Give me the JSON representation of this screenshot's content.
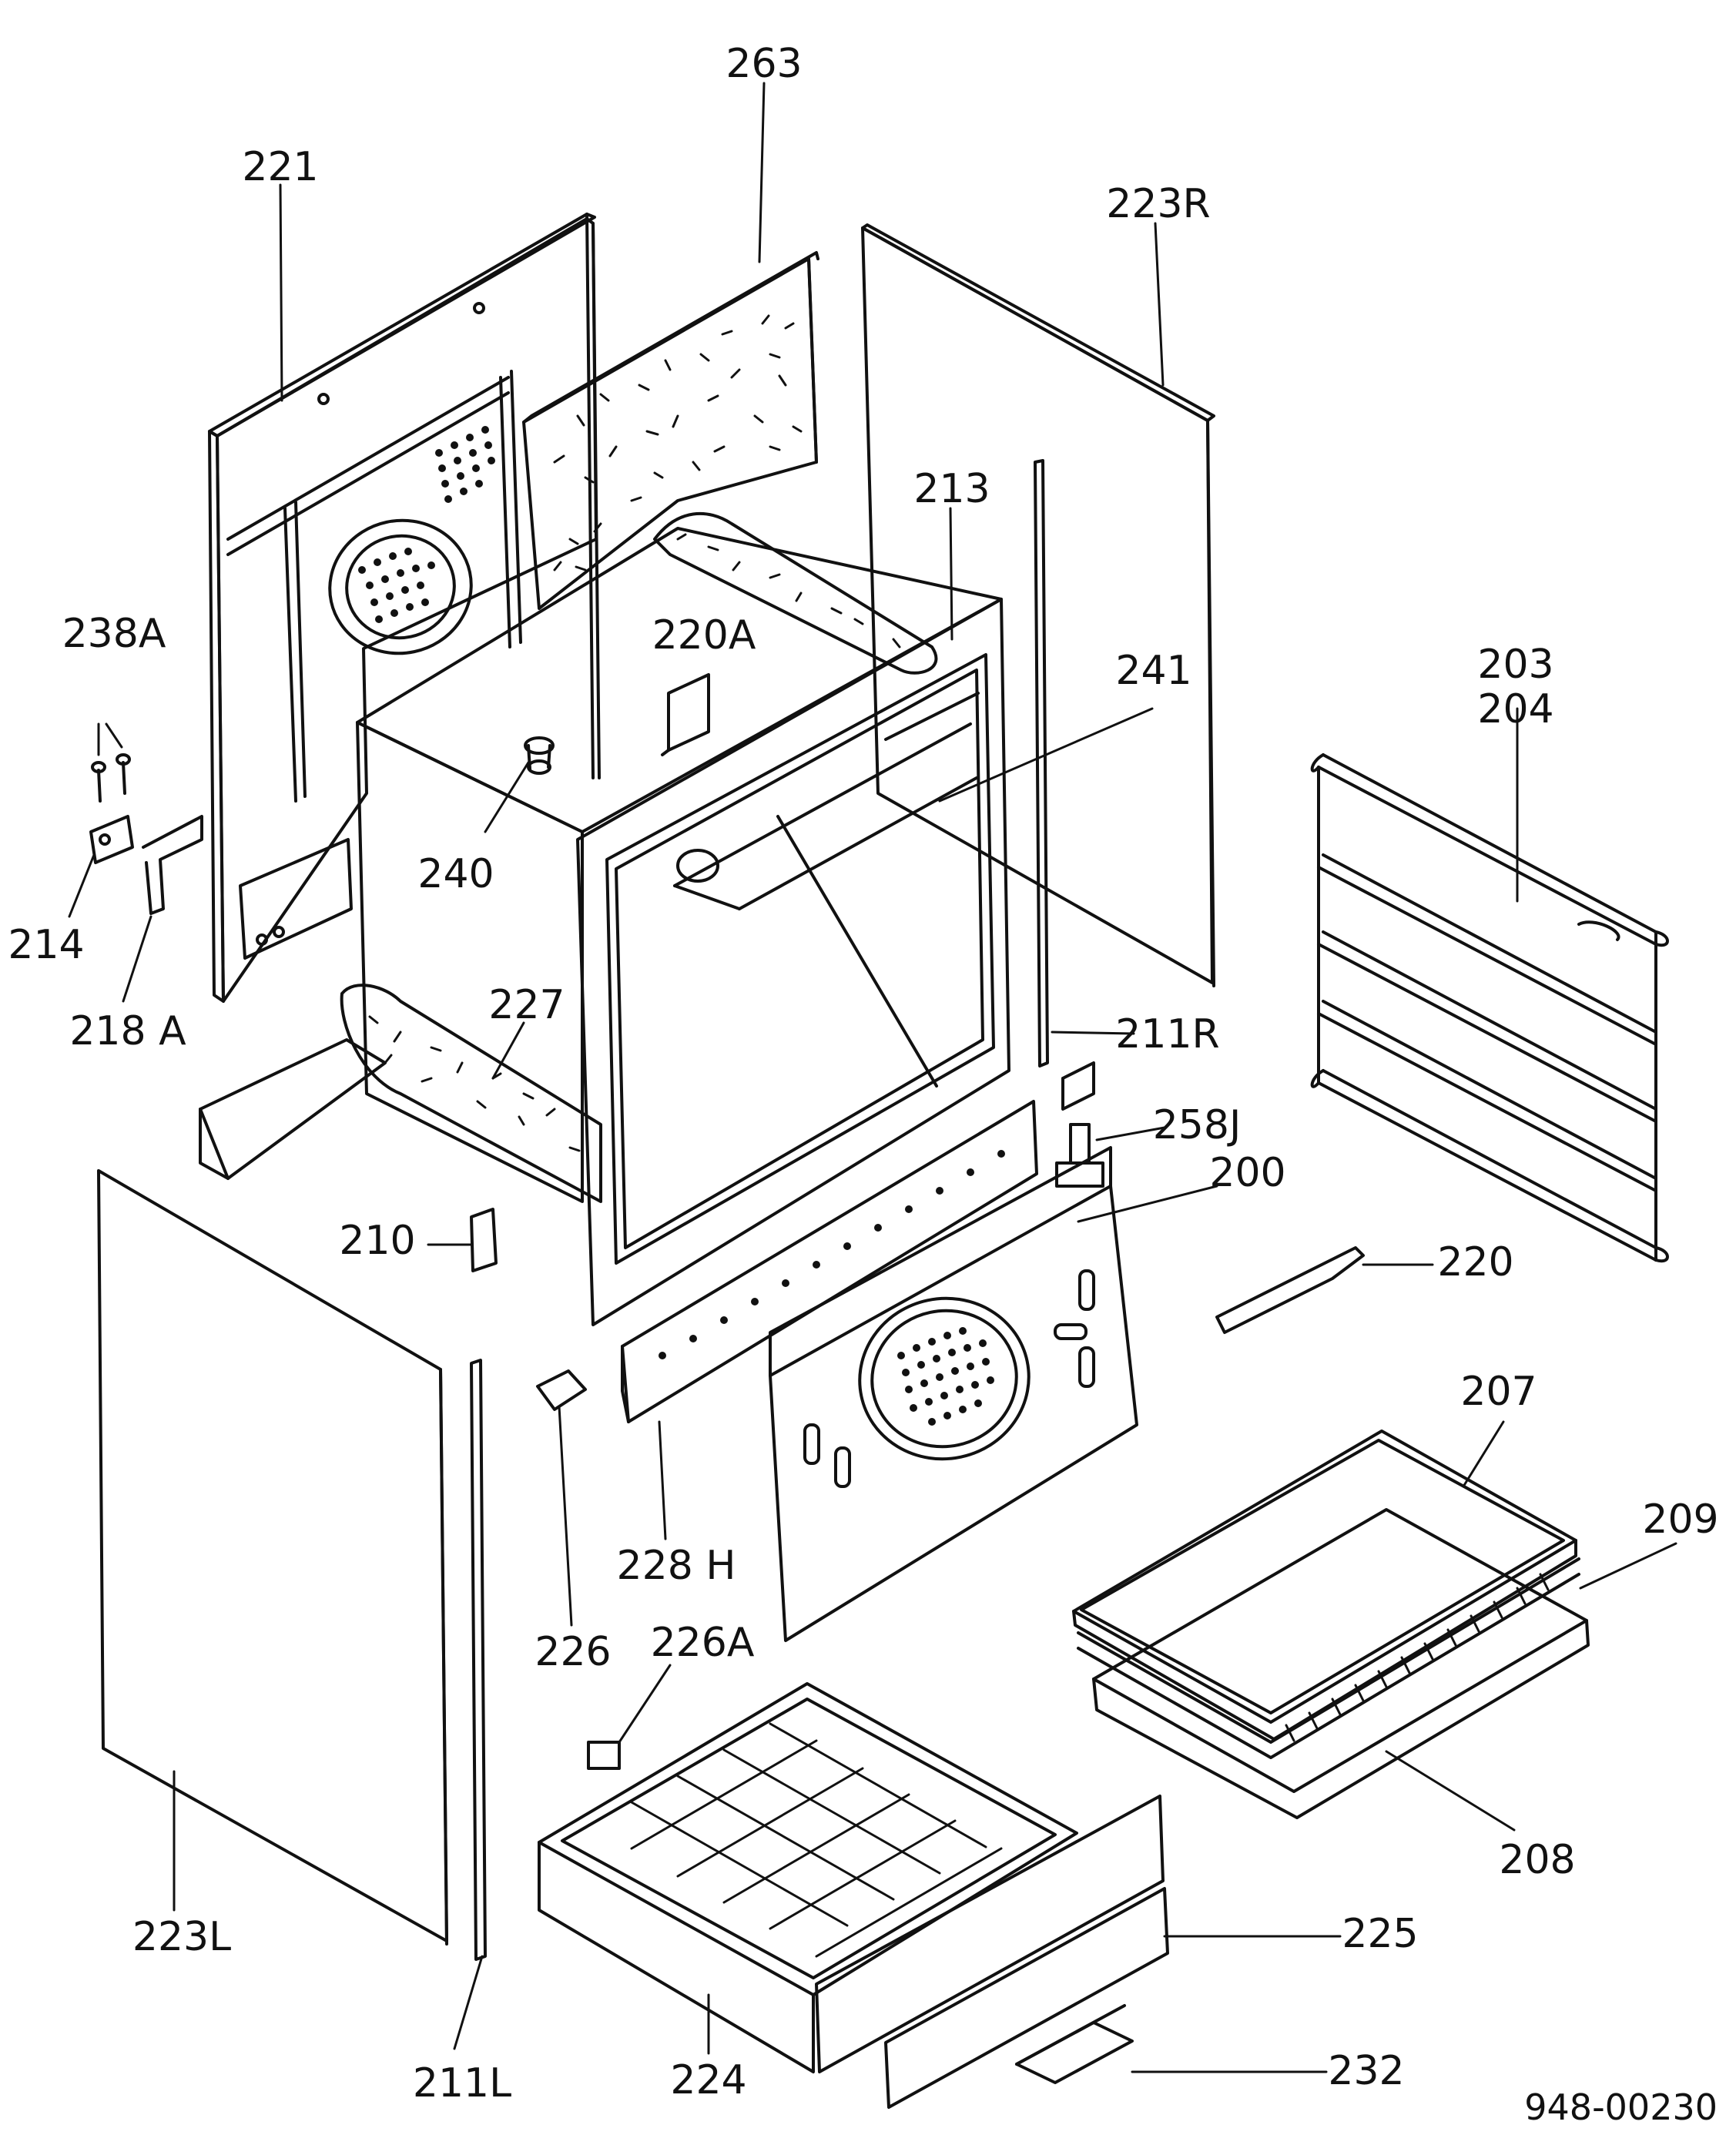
{
  "diagram": {
    "part_labels": {
      "p263": "263",
      "p221": "221",
      "p223R": "223R",
      "p213": "213",
      "p238A": "238A",
      "p220A": "220A",
      "p241": "241",
      "p203": "203",
      "p204": "204",
      "p240": "240",
      "p214": "214",
      "p218A": "218 A",
      "p227": "227",
      "p211R": "211R",
      "p258J": "258J",
      "p200": "200",
      "p210": "210",
      "p220": "220",
      "p207": "207",
      "p209": "209",
      "p228H": "228 H",
      "p226": "226",
      "p226A": "226A",
      "p208": "208",
      "p225": "225",
      "p223L": "223L",
      "p232": "232",
      "p224": "224",
      "p211L": "211L"
    },
    "drawing_number": "948-00230"
  },
  "colors": {
    "ink": "#111111",
    "paper": "#ffffff"
  }
}
